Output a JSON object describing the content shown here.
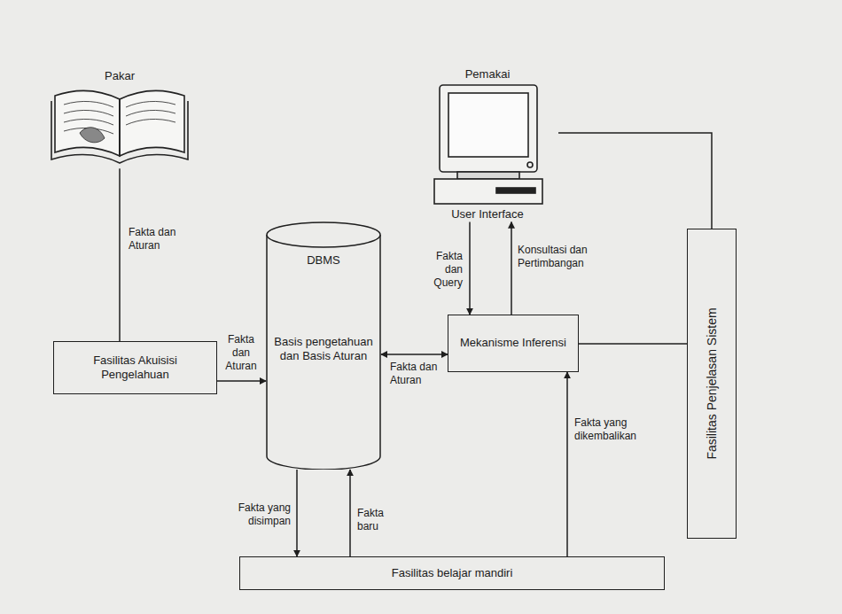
{
  "diagram": {
    "nodes": [
      {
        "text": [
          "Pakar"
        ]
      },
      {
        "text": [
          "Pemakai",
          "User Interface"
        ]
      },
      {
        "text": [
          "Fasilitas Akuisisi Pengelahuan"
        ]
      },
      {
        "text": [
          "DBMS",
          "Basis pengetahuan dan Basis Aturan"
        ]
      },
      {
        "text": [
          "Mekanisme Inferensi"
        ]
      },
      {
        "text": [
          "Fasilitas Penjelasan Sistem"
        ]
      },
      {
        "text": [
          "Fasilitas belajar mandiri"
        ]
      }
    ],
    "edges": [
      {
        "from": 0,
        "to": 2,
        "arrow": "none",
        "label": "Fakta dan Aturan"
      },
      {
        "from": 2,
        "to": 3,
        "arrow": "to",
        "label": "Fakta dan Aturan"
      },
      {
        "from": 1,
        "to": 4,
        "arrow": "to",
        "label": "Fakta dan Query"
      },
      {
        "from": 4,
        "to": 1,
        "arrow": "to",
        "label": "Konsultasi dan Pertimbangan"
      },
      {
        "from": 3,
        "to": 4,
        "arrow": "both",
        "label": "Fakta dan Aturan"
      },
      {
        "from": 1,
        "to": 5,
        "arrow": "none"
      },
      {
        "from": 4,
        "to": 5,
        "arrow": "none"
      },
      {
        "from": 3,
        "to": 6,
        "arrow": "to",
        "label": "Fakta yang disimpan"
      },
      {
        "from": 6,
        "to": 3,
        "arrow": "to",
        "label": "Fakta baru"
      },
      {
        "from": 6,
        "to": 4,
        "arrow": "to",
        "label": "Fakta yang dikembalikan"
      }
    ]
  }
}
